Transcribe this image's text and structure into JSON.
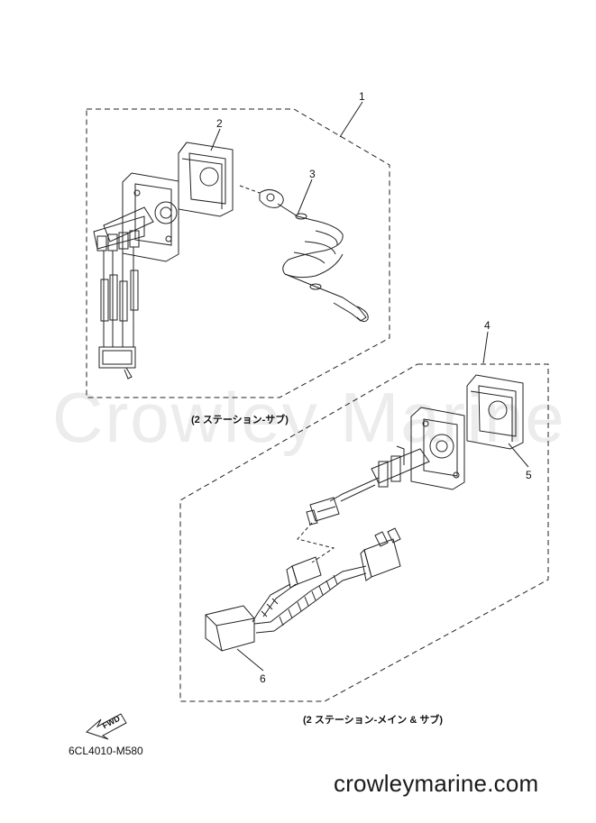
{
  "watermark": "Crowley Marine",
  "callouts": {
    "c1": "1",
    "c2": "2",
    "c3": "3",
    "c4": "4",
    "c5": "5",
    "c6": "6"
  },
  "captions": {
    "upper": "(2 ステーション-サブ)",
    "lower": "(2 ステーション-メイン & サブ)"
  },
  "fwd_label": "FWD",
  "diagram_code": "6CL4010-M580",
  "website": "crowleymarine.com"
}
